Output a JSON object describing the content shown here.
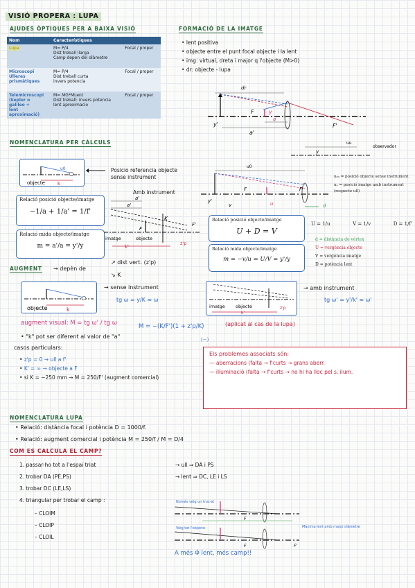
{
  "title": "VISIÓ PROPERA : LUPA",
  "ajudes": {
    "heading": "AJUDES ÒPTIQUES PER A BAIXA VISIÓ",
    "table": {
      "headers": [
        "Nom",
        "Característiques"
      ],
      "rows": [
        {
          "name": "Lupa",
          "lines": [
            "M= P/4",
            "Dist treball llarga",
            "Camp depen del diàmetre"
          ],
          "right": "Focal / proper"
        },
        {
          "name": "Microscopi\nUlleres\nprismàtiques",
          "lines": [
            "M= P/4",
            "Dist treball curta",
            "invers potencia"
          ],
          "right": "Focal / proper"
        },
        {
          "name": "Telemicroscopi\n(kepler o\ngalileo +\nlent\naproximació)",
          "lines": [
            "M= MG*MLent",
            "Dist treball: invers potencia",
            "lent aproximacio"
          ],
          "right": "Focal / proper"
        }
      ]
    }
  },
  "formacio": {
    "heading": "FORMACIÓ DE LA IMATGE",
    "bullets": [
      "lent positiva",
      "objecte entre el punt focal objecte i la lent",
      "img: virtual, dreta i major q l'objecte (M>0)",
      "dr: objecte - lupa"
    ],
    "labels": {
      "dr": "dr",
      "y_prime": "y'",
      "a_prime": "a'",
      "F": "F",
      "y": "y",
      "a": "a",
      "F_prime": "F'"
    }
  },
  "nomenclatura_calculs": {
    "heading": "NOMENCLATURA PER CÀLCULS",
    "posicio_ref": "Posicio referencia objecte\nsense instrument",
    "amb_instrument": "Amb instrument",
    "objecte_label": "objecte",
    "k_label": "k",
    "u0_label": "u0",
    "relacio_posicio": {
      "title": "Relació posició objecte/imatge",
      "formula": "−1/a + 1/a' = 1/f'"
    },
    "relacio_mida": {
      "title": "Relació mida objecte/imatge",
      "formula": "m = a'/a = y'/y"
    },
    "diagram2": {
      "a_prime": "a'",
      "a": "a'",
      "F": "F",
      "F_prime": "F'",
      "imatge": "imatge",
      "objecte": "objecte",
      "k_prime": "k'",
      "zp": "z'p",
      "K": "K"
    },
    "right_diagram": {
      "uu": "uu",
      "u0": "u0",
      "observador": "observador",
      "y": "y",
      "F": "F",
      "F_prime": "F'",
      "y_prime": "y'",
      "v": "v",
      "u": "u",
      "d": "d"
    },
    "relacio_posicio2": {
      "title": "Relació posició objecte/imatge",
      "formula": "U + D = V"
    },
    "relacio_mida2": {
      "title": "Relació mida objecte/imatge",
      "formula": "m = −v/u = U/V = y'/y"
    },
    "legend": [
      "u₀₀ = posició objecte sense instrument",
      "uᵤ = posició imatge amb instrument (respecte ull)"
    ],
    "defs": [
      "U = 1/u",
      "V = 1/v",
      "D = 1/f'"
    ],
    "defs2": [
      "d = distància de vèrtex",
      "U = vergència objecte",
      "V = vergència imatge",
      "D = potència lent"
    ]
  },
  "augment": {
    "heading": "AUGMENT",
    "depen": "depèn de",
    "dist_vert": "dist vert. (z'p)",
    "k": "K",
    "sense": "sense instrument",
    "tg_sense": "tg ω = y/K ≈ ω",
    "amb": "amb instrument",
    "tg_amb": "tg ω' = y'/k' ≈ ω'",
    "visual": "augment visual: M = tg ω' / tg ω",
    "m_formula": "M = −(K/F')(1 + z'p/K)",
    "aplicar": "(aplicat al cas de la lupa)",
    "minus": "(−)",
    "k_note": "\"k\" pot ser diferent al valor de \"a\"",
    "casos": "casos particulars:",
    "cas1": "z'p = 0 → ull a f'",
    "cas2": "K' = ∞ → objecte a F",
    "cas3": "si K = −250 mm → M = 250/F' (augment comercial)",
    "problems_title": "Els problemes associats són:",
    "problems": [
      "aberracions (falta → f'curts → grans aberr.",
      "illuminació (falta → f'curts → no hi ha lloc pel s. ilum."
    ],
    "diag_labels": {
      "objecte": "objecte",
      "k": "k",
      "imatge": "imatge",
      "objecte2": "objecte",
      "zp": "z'p",
      "k_prime": "k'"
    }
  },
  "lupa": {
    "heading": "NOMENCLATURA LUPA",
    "rel1": "Relació: distància focal i potència D = 1000/f.",
    "rel2": "Relació: augment comercial i potència   M = 250/f   / M = D/4",
    "camp_heading": "COM ES CALCULA EL CAMP?",
    "steps": [
      "1. passar-ho tot a l'espai triat",
      "2. trobar DA (PE,PS)",
      "3. trobar DC (LE,LS)",
      "4. triangular per trobar el camp :"
    ],
    "arrows": [
      "→ ull ⇒ DA i PS",
      "→ lent ⇒ DC, LE i LS"
    ],
    "sub": [
      "– CLOIM",
      "– CLOIP",
      "– CLOIL"
    ],
    "diag": {
      "top": "Només veig un tros·et",
      "right": "Màxima lent amb major diàmetre",
      "mid": "Veig tot l'objecte",
      "F": "F",
      "Fp": "F'"
    },
    "conclusion": "A més Φ lent, més camp!!"
  }
}
